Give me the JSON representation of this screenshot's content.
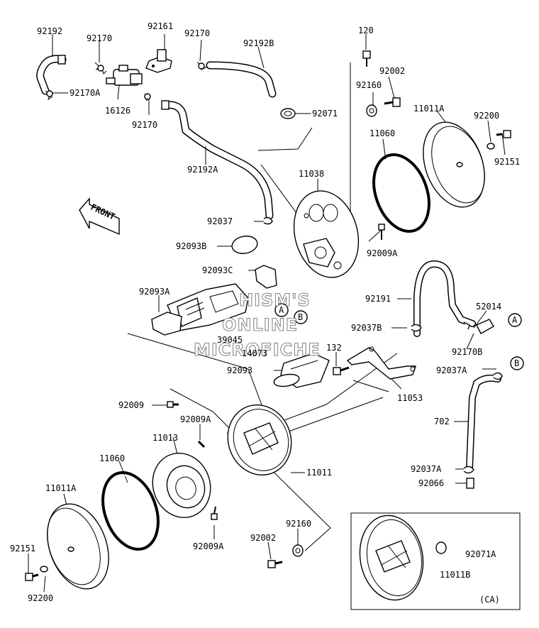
{
  "labels": {
    "p92192": "92192",
    "p92170a_top": "92170",
    "p92161": "92161",
    "p92170b_top": "92170",
    "p92192B": "92192B",
    "p120": "120",
    "p92170A": "92170A",
    "p16126": "16126",
    "p92170_c": "92170",
    "p92071": "92071",
    "p92002_top": "92002",
    "p92160_top": "92160",
    "p11011A_top": "11011A",
    "p92200_top": "92200",
    "p92151_top": "92151",
    "p11060_top": "11060",
    "p92192A": "92192A",
    "p11038": "11038",
    "p92037": "92037",
    "p92093B": "92093B",
    "p92009A_mid": "92009A",
    "p92093C": "92093C",
    "p92093A": "92093A",
    "p92191": "92191",
    "p52014": "52014",
    "p92037B": "92037B",
    "p92170B": "92170B",
    "p39045": "39045",
    "p14073": "14073",
    "p132": "132",
    "p92093": "92093",
    "p92037A_top": "92037A",
    "p11053": "11053",
    "p92009": "92009",
    "p92009A_a": "92009A",
    "p11013": "11013",
    "p702": "702",
    "p11060_low": "11060",
    "p11011": "11011",
    "p92037A_low": "92037A",
    "p92066": "92066",
    "p11011A_low": "11011A",
    "p92009A_b": "92009A",
    "p92160_low": "92160",
    "p92002_low": "92002",
    "p92151_low": "92151",
    "p92200_low": "92200",
    "p92071A": "92071A",
    "p11011B": "11011B",
    "pCA": "(CA)"
  },
  "refs": {
    "A": "A",
    "B": "B"
  },
  "front": "FRONT",
  "watermark": [
    "HISM'S",
    "ONLINE",
    "MICROFICHE"
  ]
}
